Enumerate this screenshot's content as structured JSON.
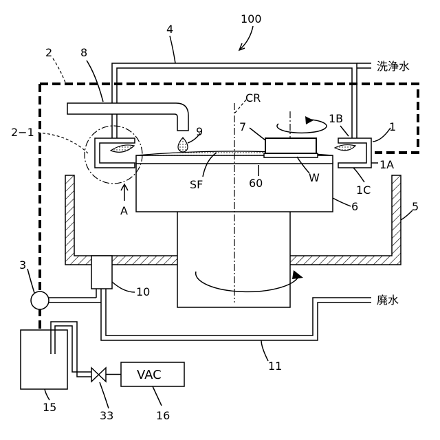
{
  "labels": {
    "ref_100": "100",
    "ref_4": "4",
    "ref_2": "2",
    "ref_8": "8",
    "ref_2_1": "2−1",
    "ref_CR": "CR",
    "ref_7": "7",
    "ref_9": "9",
    "ref_1B": "1B",
    "ref_1": "1",
    "ref_1A": "1A",
    "ref_1C": "1C",
    "ref_SF": "SF",
    "ref_60": "60",
    "ref_W": "W",
    "ref_6": "6",
    "ref_5": "5",
    "ref_A": "A",
    "ref_3": "3",
    "ref_10": "10",
    "ref_11": "11",
    "ref_15": "15",
    "ref_33": "33",
    "ref_16": "16",
    "wash_water": "洗浄水",
    "waste_water": "廃水",
    "vac": "VAC"
  }
}
